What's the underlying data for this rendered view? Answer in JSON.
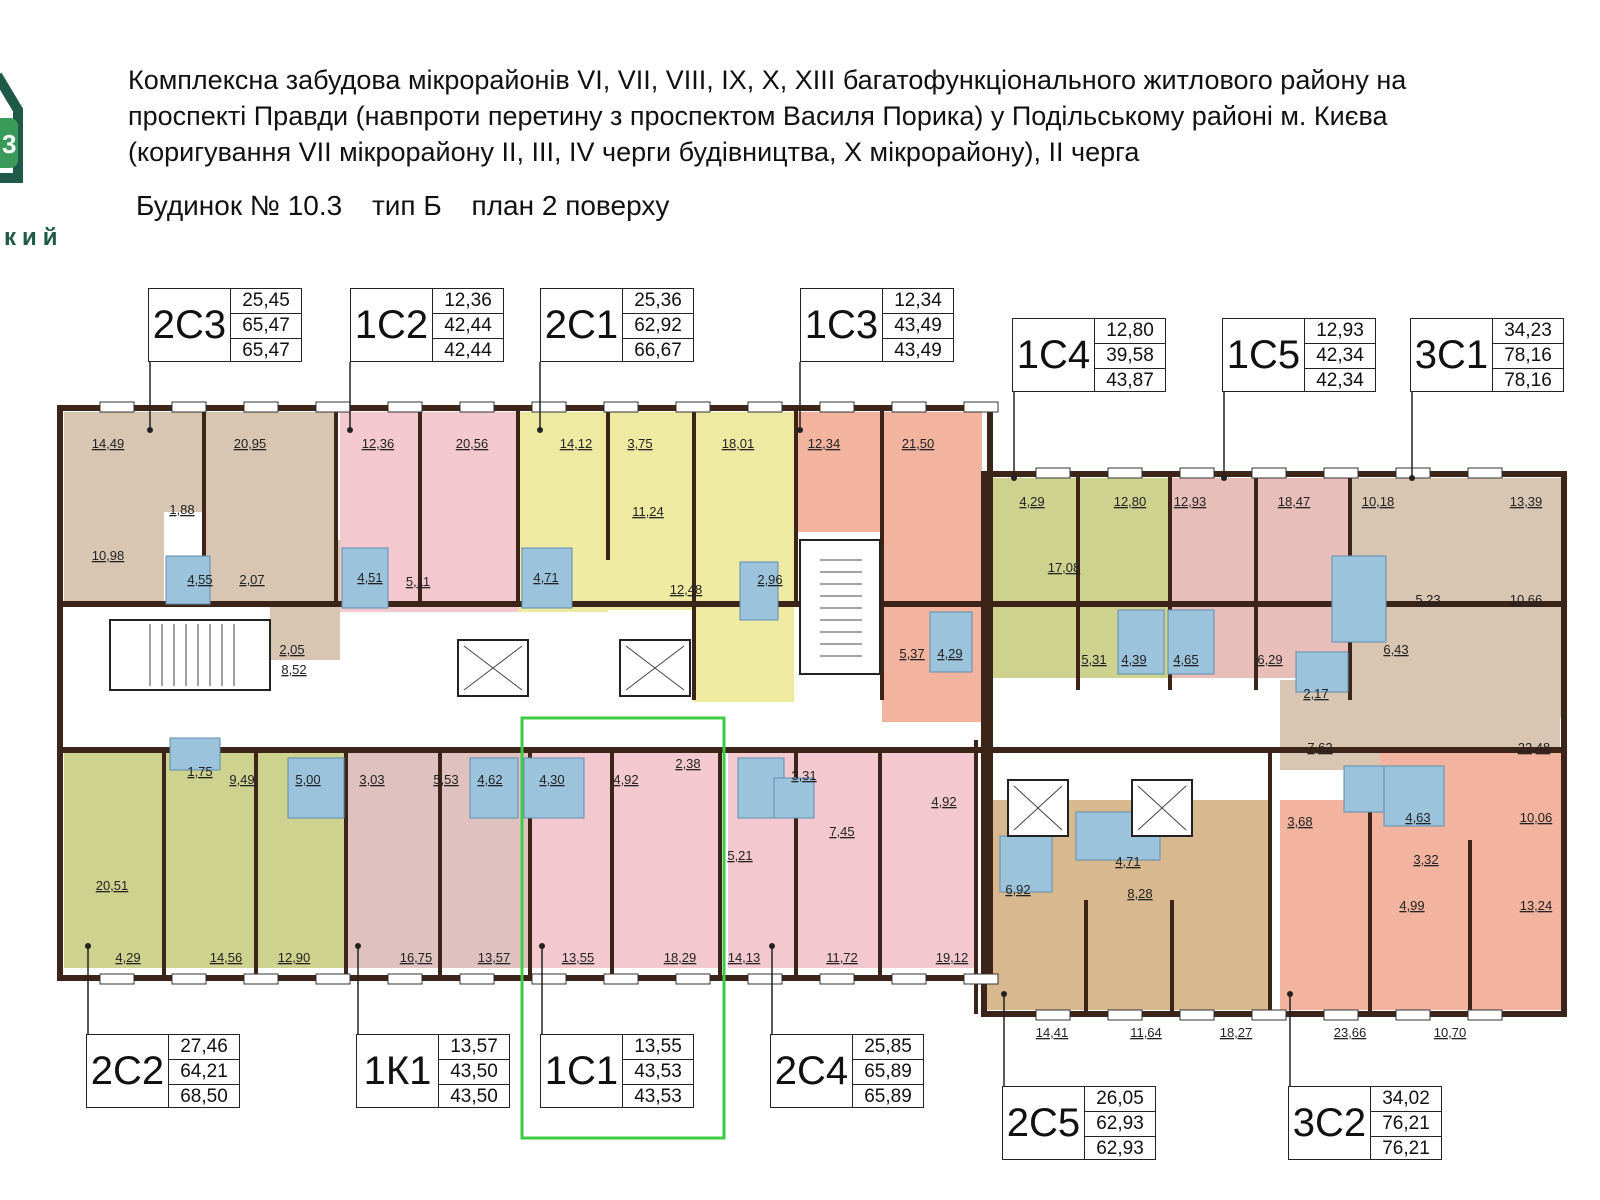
{
  "header": {
    "lines": [
      "Комплексна забудова мікрорайонів VI, VII, VIII, IX, X, XIII багатофункціонального житлового району на",
      "проспекті Правди (навпроти перетину з проспектом Василя Порика) у Подільському районі м. Києва",
      "(коригування VII мікрорайону II, III, IV черги будівництва, X мікрорайону), II черга"
    ],
    "building": "Будинок № 10.3",
    "type": "тип Б",
    "plan": "план 2 поверху"
  },
  "logo": {
    "text": "кий",
    "badge": "3",
    "icon": "house-badge-icon",
    "color": "#1f5a48"
  },
  "colors": {
    "wall": "#3d2418",
    "beige": "#d8c5b2",
    "pink": "#f3c9cf",
    "yellow": "#eeeaa2",
    "salmon": "#f2b49e",
    "olive": "#cdd28f",
    "rose": "#e8beb8",
    "mauve": "#dfc1c0",
    "tan": "#d8b88f",
    "highlight": "#3ecb45"
  },
  "apartments": [
    {
      "code": "2С3",
      "vals": [
        "25,45",
        "65,47",
        "65,47"
      ]
    },
    {
      "code": "1С2",
      "vals": [
        "12,36",
        "42,44",
        "42,44"
      ]
    },
    {
      "code": "2С1",
      "vals": [
        "25,36",
        "62,92",
        "66,67"
      ]
    },
    {
      "code": "1С3",
      "vals": [
        "12,34",
        "43,49",
        "43,49"
      ]
    },
    {
      "code": "1С4",
      "vals": [
        "12,80",
        "39,58",
        "43,87"
      ]
    },
    {
      "code": "1С5",
      "vals": [
        "12,93",
        "42,34",
        "42,34"
      ]
    },
    {
      "code": "3С1",
      "vals": [
        "34,23",
        "78,16",
        "78,16"
      ]
    },
    {
      "code": "2С2",
      "vals": [
        "27,46",
        "64,21",
        "68,50"
      ]
    },
    {
      "code": "1К1",
      "vals": [
        "13,57",
        "43,50",
        "43,50"
      ]
    },
    {
      "code": "1С1",
      "vals": [
        "13,55",
        "43,53",
        "43,53"
      ]
    },
    {
      "code": "2С4",
      "vals": [
        "25,85",
        "65,89",
        "65,89"
      ]
    },
    {
      "code": "2С5",
      "vals": [
        "26,05",
        "62,93",
        "62,93"
      ]
    },
    {
      "code": "3С2",
      "vals": [
        "34,02",
        "76,21",
        "76,21"
      ]
    }
  ],
  "room_areas": {
    "top": [
      "14,49",
      "20,95",
      "10,98",
      "1,88",
      "4,55",
      "2,07",
      "8,52",
      "2,05",
      "12,36",
      "20,56",
      "4,51",
      "5,11",
      "14,12",
      "3,75",
      "18,01",
      "11,24",
      "4,71",
      "12,48",
      "12,34",
      "21,50",
      "2,96",
      "5,37",
      "4,29",
      "4,29",
      "12,80",
      "17,08",
      "5,31",
      "4,39",
      "12,93",
      "18,47",
      "4,65",
      "6,29",
      "10,18",
      "13,39",
      "5,23",
      "10,66",
      "6,43",
      "2,17",
      "7,62",
      "22,48"
    ],
    "bottom": [
      "1,75",
      "9,49",
      "5,00",
      "20,51",
      "4,29",
      "14,56",
      "12,90",
      "3,03",
      "5,53",
      "4,62",
      "4,30",
      "4,92",
      "2,38",
      "16,75",
      "13,57",
      "13,55",
      "18,29",
      "5,21",
      "3,31",
      "7,45",
      "4,92",
      "14,13",
      "11,72",
      "19,12",
      "4,71",
      "6,92",
      "8,28",
      "14,41",
      "11,64",
      "18,27",
      "3,68",
      "4,63",
      "10,06",
      "3,32",
      "4,99",
      "13,24",
      "23,66",
      "10,70"
    ]
  }
}
